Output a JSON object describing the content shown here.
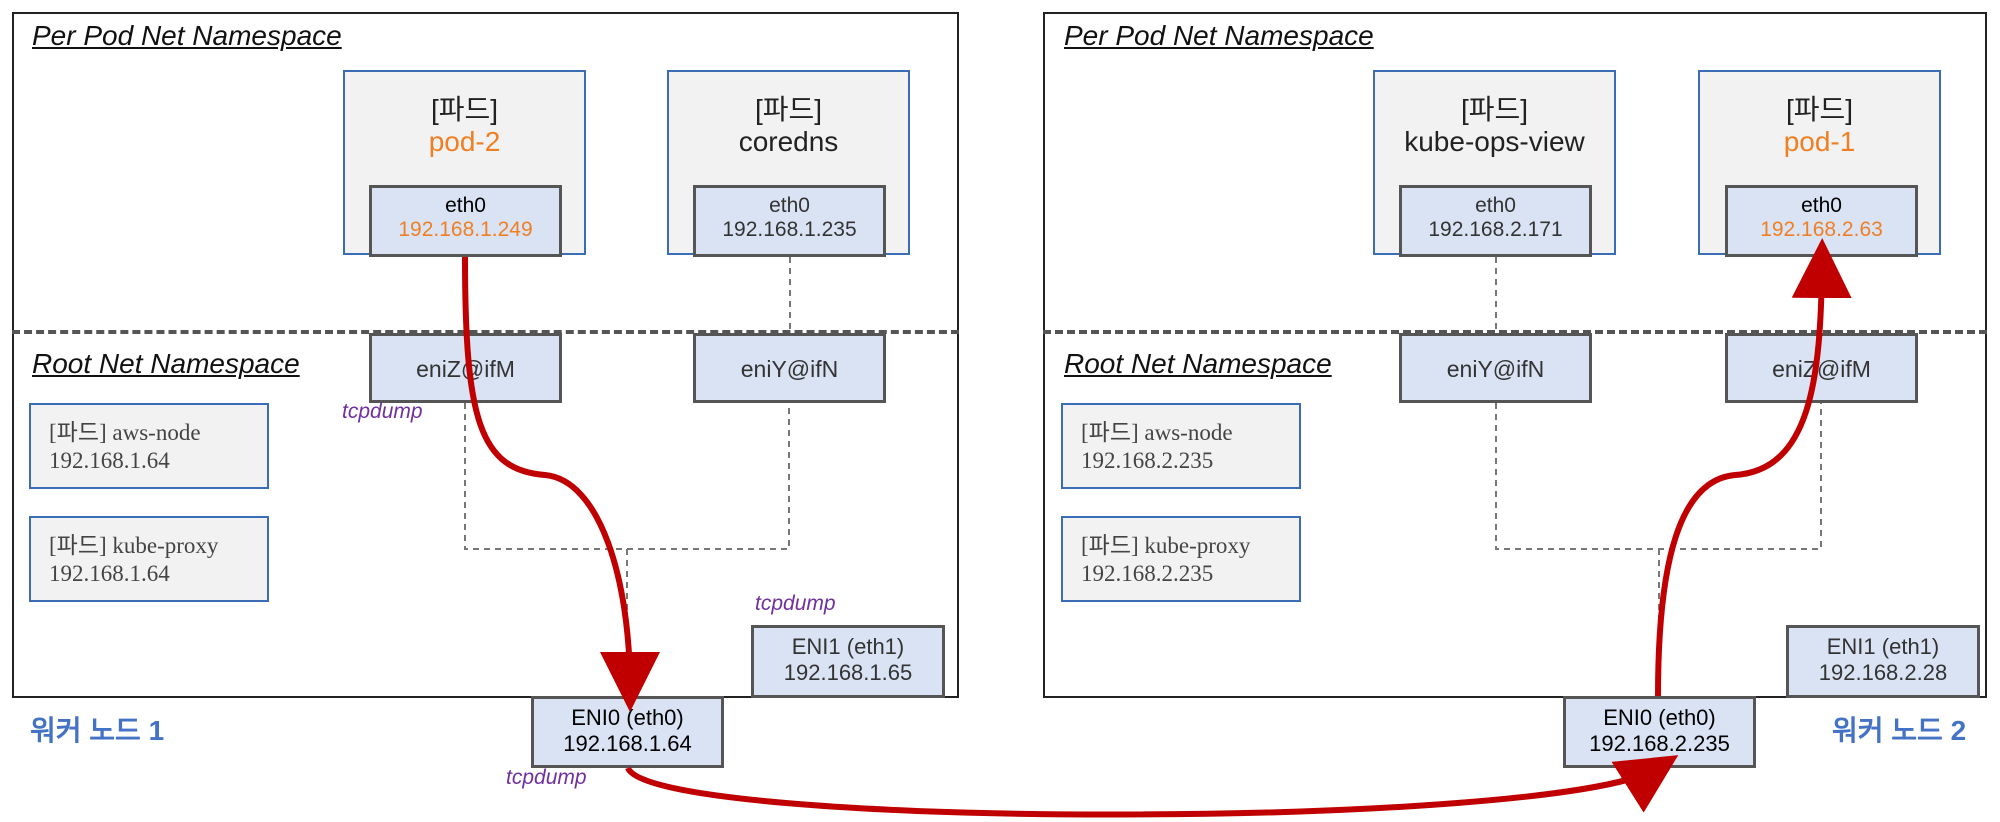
{
  "node1": {
    "per_pod_ns": "Per Pod  Net Namespace",
    "root_ns": "Root Net Namespace",
    "worker_label": "워커 노드 1",
    "pods": [
      {
        "bracket": "[파드]",
        "name": "pod-2",
        "iface": "eth0",
        "ip": "192.168.1.249",
        "highlight": true
      },
      {
        "bracket": "[파드]",
        "name": "coredns",
        "iface": "eth0",
        "ip": "192.168.1.235",
        "highlight": false
      }
    ],
    "veths": [
      "eniZ@ifM",
      "eniY@ifN"
    ],
    "infra_pods": [
      {
        "line1": "[파드] aws-node",
        "line2": "192.168.1.64"
      },
      {
        "line1": "[파드] kube-proxy",
        "line2": "192.168.1.64"
      }
    ],
    "eni0": {
      "line1": "ENI0 (eth0)",
      "line2": "192.168.1.64"
    },
    "eni1": {
      "line1": "ENI1 (eth1)",
      "line2": "192.168.1.65"
    },
    "tcpdump_veth": "tcpdump",
    "tcpdump_eni1": "tcpdump",
    "tcpdump_eni0": "tcpdump"
  },
  "node2": {
    "per_pod_ns": "Per Pod  Net Namespace",
    "root_ns": "Root Net Namespace",
    "worker_label": "워커 노드 2",
    "pods": [
      {
        "bracket": "[파드]",
        "name": "kube-ops-view",
        "iface": "eth0",
        "ip": "192.168.2.171",
        "highlight": false
      },
      {
        "bracket": "[파드]",
        "name": "pod-1",
        "iface": "eth0",
        "ip": "192.168.2.63",
        "highlight": true
      }
    ],
    "veths": [
      "eniY@ifN",
      "eniZ@ifM"
    ],
    "infra_pods": [
      {
        "line1": "[파드] aws-node",
        "line2": "192.168.2.235"
      },
      {
        "line1": "[파드] kube-proxy",
        "line2": "192.168.2.235"
      }
    ],
    "eni0": {
      "line1": "ENI0 (eth0)",
      "line2": "192.168.2.235"
    },
    "eni1": {
      "line1": "ENI1 (eth1)",
      "line2": "192.168.2.28"
    }
  },
  "colors": {
    "highlight": "#f07f24",
    "arrow": "#c00000",
    "tcpdump": "#7030a0",
    "worker_label": "#4472c4"
  }
}
